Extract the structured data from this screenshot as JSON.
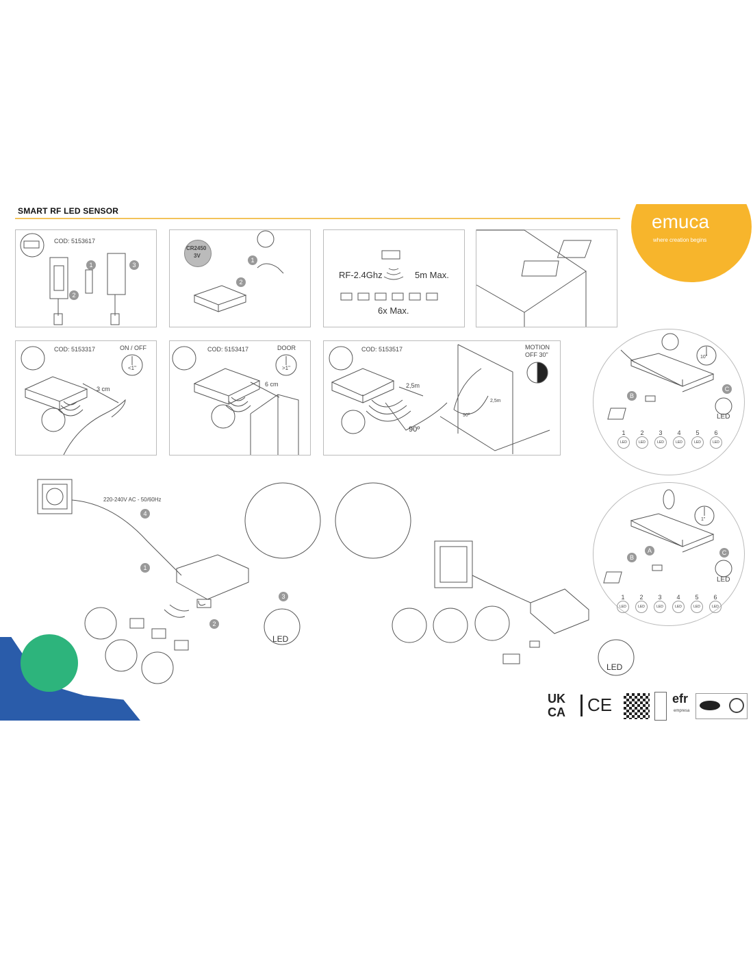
{
  "header": {
    "title": "SMART RF LED SENSOR",
    "brand": "emuca",
    "tagline": "where creation begins",
    "accent": "#f7b52c"
  },
  "panels": {
    "p1": {
      "code": "COD: 5153617",
      "steps": [
        "1",
        "2",
        "3"
      ]
    },
    "p2": {
      "battery": "CR2450",
      "voltage": "3V",
      "steps": [
        "1",
        "2"
      ]
    },
    "p3": {
      "rf": "RF-2.4Ghz",
      "range": "5m Max.",
      "max": "6x Max."
    },
    "p5": {
      "code": "COD: 5153317",
      "mode": "ON / OFF",
      "time": "<1\"",
      "distance": "3 cm"
    },
    "p6": {
      "code": "COD: 5153417",
      "mode": "DOOR",
      "time": ">1\"",
      "distance": "6 cm"
    },
    "p7": {
      "code": "COD: 5153517",
      "mode": "MOTION OFF 30\"",
      "distance": "2,5m",
      "angle": "90º",
      "height": "2,5m",
      "angle2": "90º"
    }
  },
  "pairing": {
    "top": {
      "time": "10\"",
      "b": "B",
      "c": "C",
      "led": "LED",
      "channels": [
        "1",
        "2",
        "3",
        "4",
        "5",
        "6"
      ],
      "ch_label": "LED"
    },
    "bottom": {
      "time": "1\"",
      "a": "A",
      "b": "B",
      "c": "C",
      "led": "LED",
      "channels": [
        "1",
        "2",
        "3",
        "4",
        "5",
        "6"
      ],
      "ch_label": "LED"
    }
  },
  "install": {
    "voltage": "220-240V AC - 50/60Hz",
    "steps": [
      "4",
      "1",
      "2",
      "3"
    ],
    "led": "LED",
    "led2": "LED"
  },
  "certs": {
    "ukca1": "UK",
    "ukca2": "CA",
    "ce": "CE",
    "efr": "efr",
    "efr_sub": "empresa"
  }
}
